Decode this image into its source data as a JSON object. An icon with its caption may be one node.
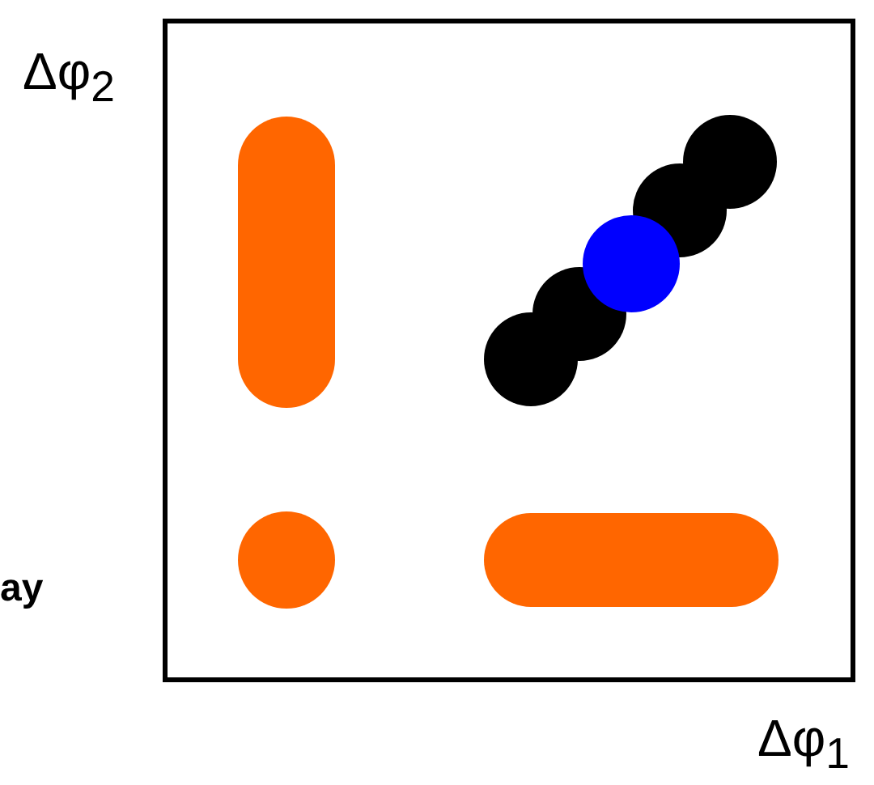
{
  "diagram": {
    "labels": [
      "Δφ$_{2}$",
      "Δφ$_{1}$",
      "ay"
    ]
  }
}
